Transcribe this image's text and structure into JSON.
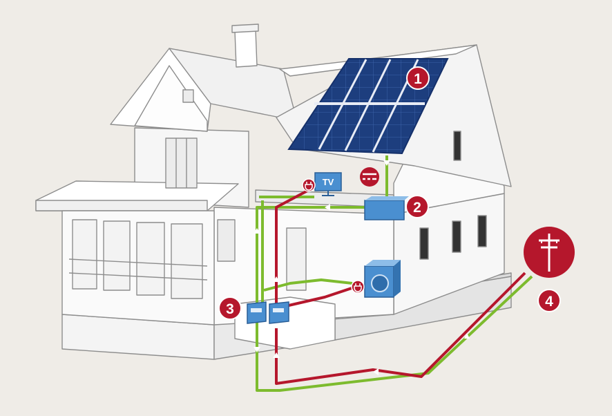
{
  "colors": {
    "background": "#efece7",
    "solar_line": "#7dbb2e",
    "grid_line": "#b5172c",
    "badge": "#b5172c",
    "panel": "#1b3c7a",
    "device_blue": "#4a8fd0"
  },
  "badges": [
    {
      "number": "1"
    },
    {
      "number": "2"
    },
    {
      "number": "3"
    },
    {
      "number": "4"
    }
  ],
  "tv": {
    "label": "TV"
  },
  "icons": {
    "dc": "dc-current-icon",
    "plug": "plug-icon",
    "utility_pole": "utility-pole-icon",
    "washer": "washing-machine-icon"
  }
}
